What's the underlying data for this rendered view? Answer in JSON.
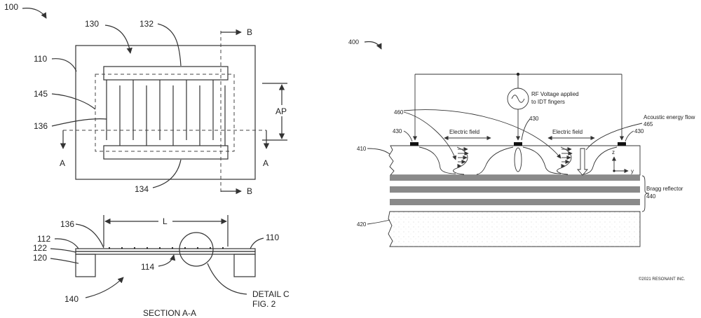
{
  "left": {
    "labels": {
      "fig": "100",
      "n130": "130",
      "n132": "132",
      "n110": "110",
      "n145": "145",
      "n136": "136",
      "n134": "134",
      "ap": "AP",
      "a_left": "A",
      "a_right": "A",
      "b_top": "B",
      "b_bottom": "B"
    },
    "section": {
      "n136": "136",
      "l": "L",
      "n110": "110",
      "n112": "112",
      "n122": "122",
      "n120": "120",
      "n114": "114",
      "n140": "140",
      "detail_line1": "DETAIL C",
      "detail_line2": "FIG. 2",
      "caption": "SECTION A-A"
    }
  },
  "right": {
    "labels": {
      "fig": "400",
      "rf_line1": "RF Voltage applied",
      "rf_line2": "to IDT fingers",
      "n460": "460",
      "n430_center": "430",
      "acoustic_line1": "Acoustic energy flow",
      "acoustic_line2": "465",
      "n430_left": "430",
      "n430_right": "430",
      "efield_left": "Electric field",
      "efield_right": "Electric field",
      "n410": "410",
      "axis_z": "z",
      "axis_y": "y",
      "bragg_line1": "Bragg reflector",
      "bragg_line2": "440",
      "n420": "420",
      "copyright": "©2021 RESONANT INC."
    }
  }
}
